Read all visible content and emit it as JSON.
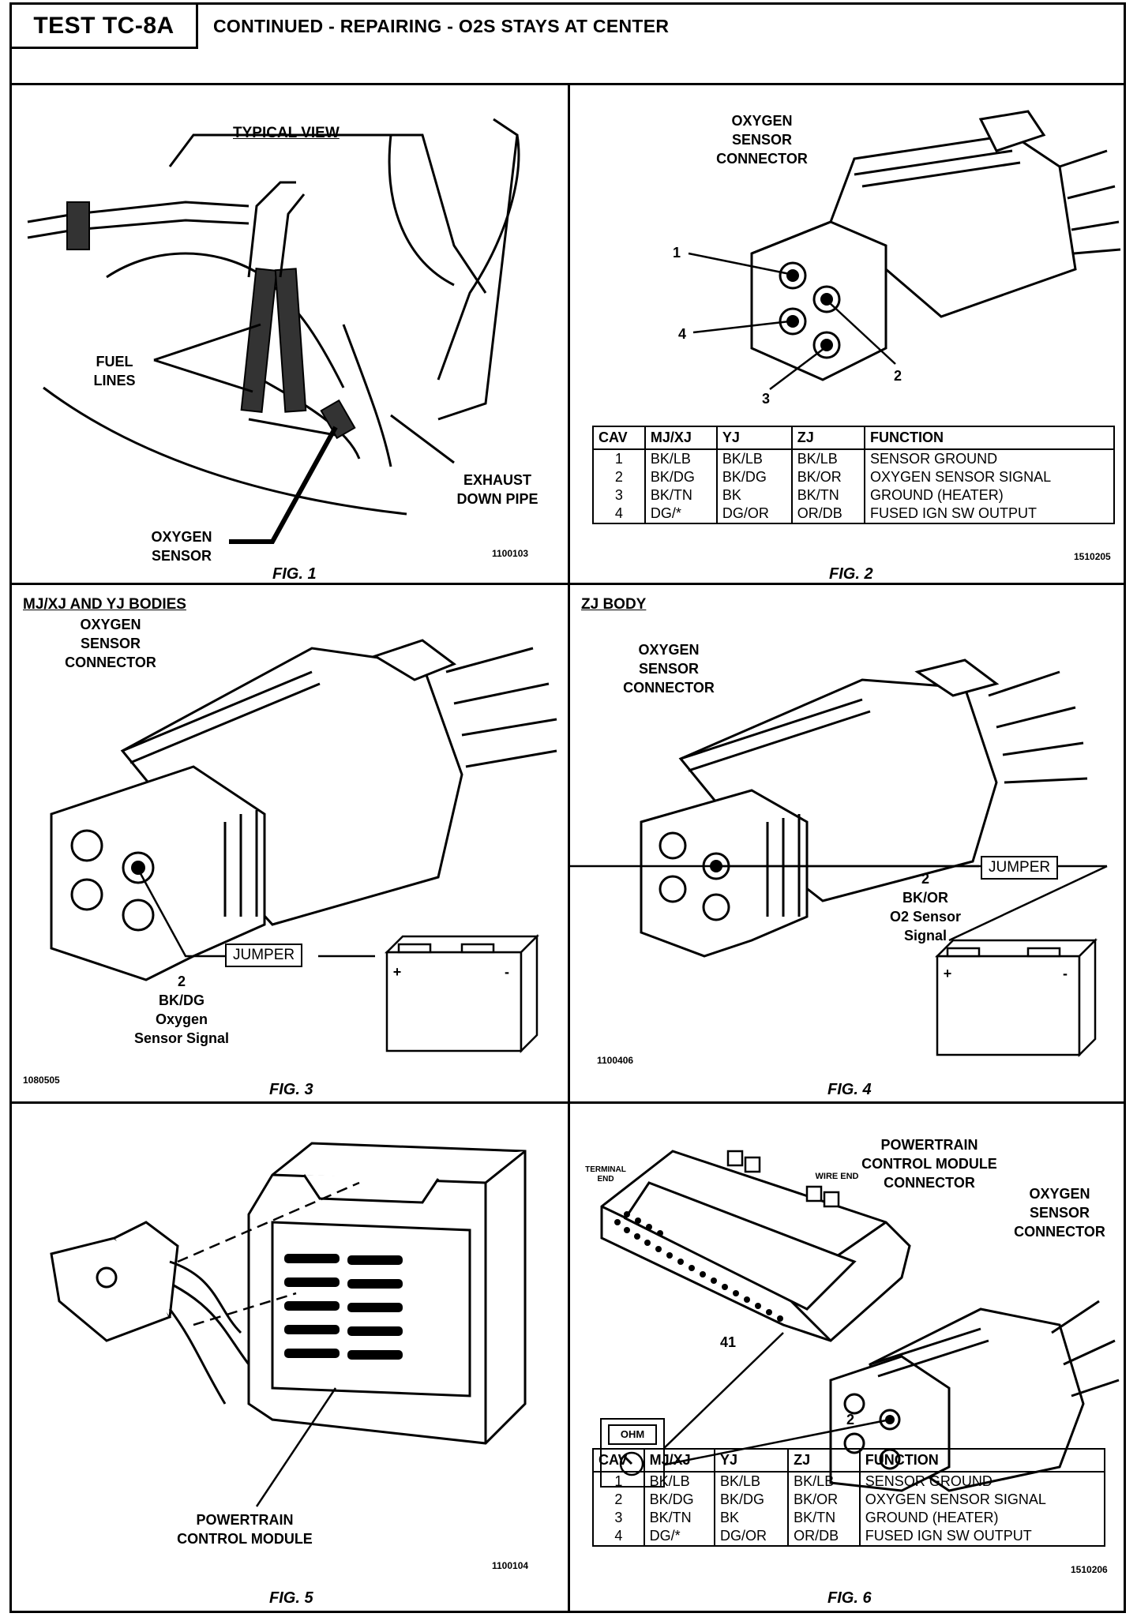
{
  "header": {
    "test_id": "TEST TC-8A",
    "title": "CONTINUED -  REPAIRING - O2S STAYS AT CENTER"
  },
  "fig1": {
    "caption": "FIG. 1",
    "view_label": "TYPICAL VIEW",
    "fuel_lines": "FUEL\nLINES",
    "exhaust": "EXHAUST\nDOWN PIPE",
    "oxygen_sensor": "OXYGEN\nSENSOR",
    "code": "1100103"
  },
  "fig2": {
    "caption": "FIG. 2",
    "connector_label": "OXYGEN\nSENSOR\nCONNECTOR",
    "pin_labels": [
      "1",
      "2",
      "3",
      "4"
    ],
    "code": "1510205",
    "table": {
      "headers": [
        "CAV",
        "MJ/XJ",
        "YJ",
        "ZJ",
        "FUNCTION"
      ],
      "cav": "1\n2\n3\n4",
      "mjxj": "BK/LB\nBK/DG\nBK/TN\nDG/*",
      "yj": "BK/LB\nBK/DG\nBK\nDG/OR",
      "zj": "BK/LB\nBK/OR\nBK/TN\nOR/DB",
      "function": "SENSOR GROUND\nOXYGEN SENSOR SIGNAL\nGROUND (HEATER)\nFUSED IGN SW OUTPUT"
    }
  },
  "fig3": {
    "caption": "FIG. 3",
    "heading": "MJ/XJ AND YJ BODIES",
    "connector_label": "OXYGEN\nSENSOR\nCONNECTOR",
    "jumper": "JUMPER",
    "wire": "2\nBK/DG\nOxygen\nSensor Signal",
    "battery_plus": "+",
    "battery_minus": "-",
    "code": "1080505"
  },
  "fig4": {
    "caption": "FIG. 4",
    "heading": "ZJ BODY",
    "connector_label": "OXYGEN\nSENSOR\nCONNECTOR",
    "jumper": "JUMPER",
    "wire": "2\nBK/OR\nO2 Sensor\nSignal",
    "battery_plus": "+",
    "battery_minus": "-",
    "code": "1100406"
  },
  "fig5": {
    "caption": "FIG. 5",
    "module_label": "POWERTRAIN\nCONTROL MODULE",
    "code": "1100104"
  },
  "fig6": {
    "caption": "FIG. 6",
    "pcm_connector": "POWERTRAIN\nCONTROL MODULE\nCONNECTOR",
    "o2_connector": "OXYGEN\nSENSOR\nCONNECTOR",
    "terminal_end": "TERMINAL\nEND",
    "wire_end": "WIRE END",
    "pin_41": "41",
    "pin_2": "2",
    "meter": "OHM",
    "code": "1510206",
    "table": {
      "headers": [
        "CAV",
        "MJ/XJ",
        "YJ",
        "ZJ",
        "FUNCTION"
      ],
      "cav": "1\n2\n3\n4",
      "mjxj": "BK/LB\nBK/DG\nBK/TN\nDG/*",
      "yj": "BK/LB\nBK/DG\nBK\nDG/OR",
      "zj": "BK/LB\nBK/OR\nBK/TN\nOR/DB",
      "function": "SENSOR GROUND\nOXYGEN SENSOR SIGNAL\nGROUND (HEATER)\nFUSED IGN SW OUTPUT"
    }
  }
}
